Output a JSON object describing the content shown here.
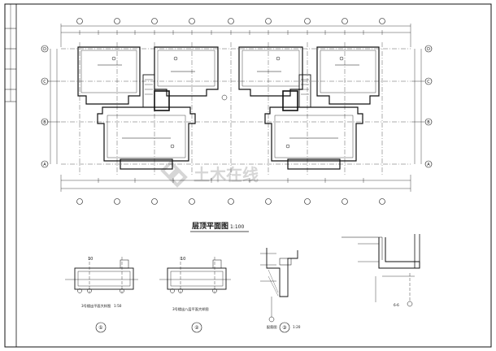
{
  "drawing": {
    "title": "层顶平面图",
    "title_scale": "1:100",
    "watermark": "土木在线"
  },
  "details": [
    {
      "number": "①",
      "caption": "3号楼出平面大样图",
      "scale": "1:50",
      "top_mark": "10"
    },
    {
      "number": "②",
      "caption": "3号楼出八层平面大样图",
      "scale": "",
      "top_mark": "10"
    },
    {
      "number": "③",
      "caption": "配筋图",
      "scale": "1:20"
    }
  ],
  "section": {
    "label": "6-6"
  },
  "grid_rows": [
    "D",
    "C",
    "B",
    "A"
  ],
  "colors": {
    "line": "#111111",
    "watermark": "#d6d6d6",
    "paper": "#ffffff"
  }
}
